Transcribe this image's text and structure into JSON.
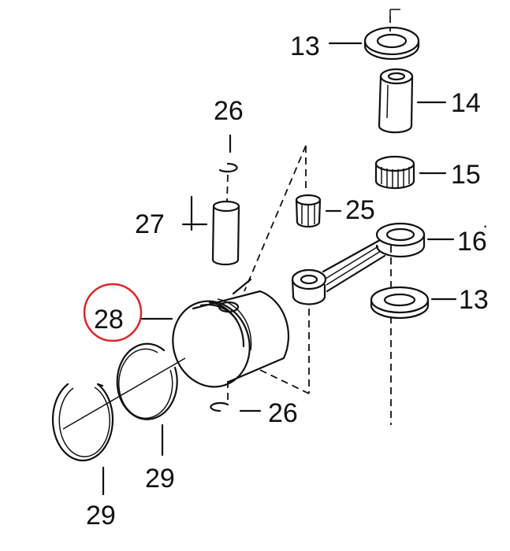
{
  "diagram": {
    "labels": {
      "bearing_upper": "13",
      "bearing_lower": "13",
      "piston_pin_sleeve": "14",
      "needle_bearing_big": "15",
      "connecting_rod": "16",
      "connecting_rod_dot": "·",
      "needle_bearing_small": "25",
      "circlip_top": "26",
      "circlip_bottom": "26",
      "piston_pin": "27",
      "piston": "28",
      "piston_ring_inner": "29",
      "piston_ring_outer": "29"
    },
    "highlight_color": "#d9262c",
    "line_color": "#111111"
  }
}
